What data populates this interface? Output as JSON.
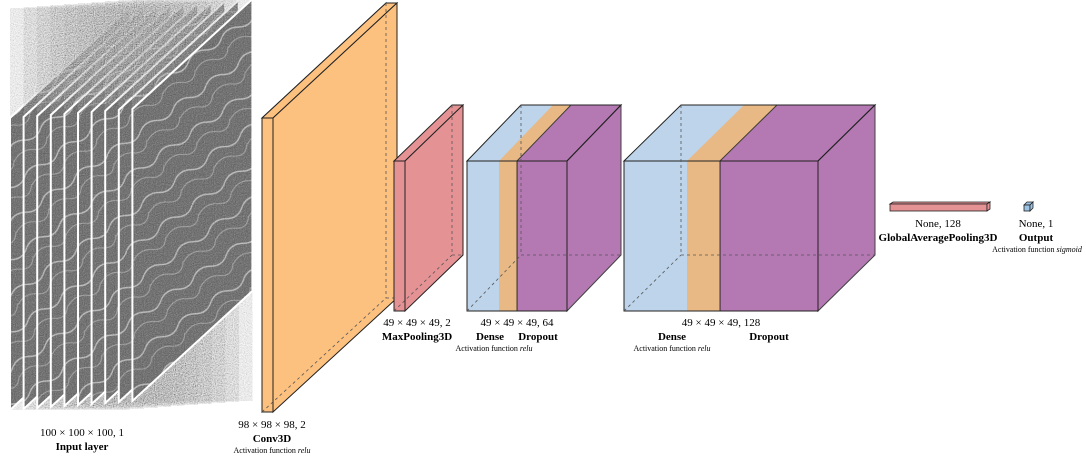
{
  "layers": [
    {
      "id": "input",
      "shape": "100 × 100 × 100, 1",
      "name": "Input layer"
    },
    {
      "id": "conv3d",
      "shape": "98 × 98 × 98, 2",
      "name": "Conv3D",
      "activation_prefix": "Activation function",
      "activation": "relu"
    },
    {
      "id": "maxpool",
      "shape": "49 × 49 × 49, 2",
      "name": "MaxPooling3D"
    },
    {
      "id": "block1",
      "shape": "49 × 49 × 49, 64",
      "dense_name": "Dense",
      "dropout_name": "Dropout",
      "activation_prefix": "Activation function",
      "activation": "relu"
    },
    {
      "id": "block2",
      "shape": "49 × 49 × 49, 128",
      "dense_name": "Dense",
      "dropout_name": "Dropout",
      "activation_prefix": "Activation function",
      "activation": "relu"
    },
    {
      "id": "gap",
      "shape": "None, 128",
      "name": "GlobalAveragePooling3D"
    },
    {
      "id": "output",
      "shape": "None, 1",
      "name": "Output",
      "activation_prefix": "Activation function",
      "activation": "sigmoid"
    }
  ],
  "colors": {
    "conv": "#fcc07f",
    "pool": "#e59294",
    "dense": "#bdd4ea",
    "activation": "#e8b984",
    "dropout": "#a861a6",
    "output": "#9cc3e4"
  }
}
